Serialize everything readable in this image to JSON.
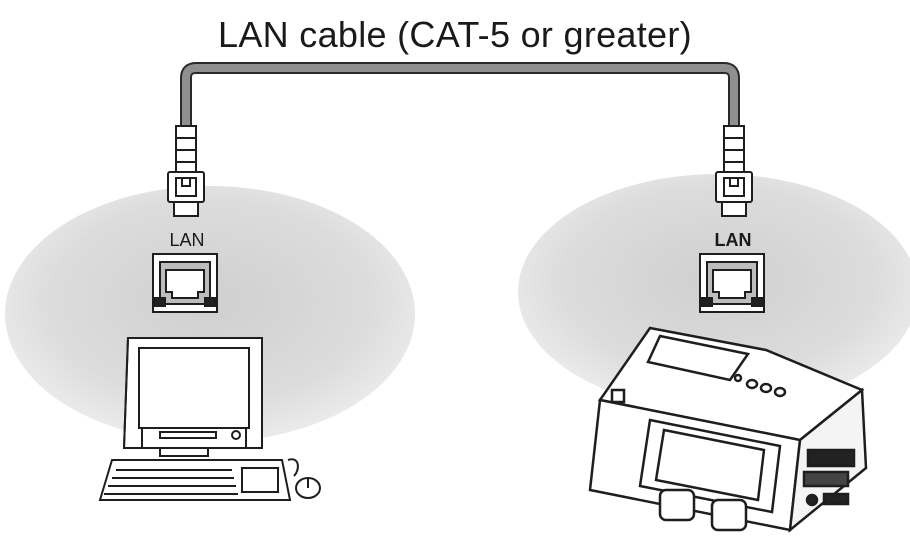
{
  "diagram": {
    "title": "LAN cable (CAT-5 or greater)",
    "left_port_label": "LAN",
    "right_port_label": "LAN"
  },
  "colors": {
    "cable": "#8a8a8a",
    "ellipse_center": "#d6d6d6",
    "ellipse_edge": "#ededed",
    "outline": "#1e1e1e"
  }
}
